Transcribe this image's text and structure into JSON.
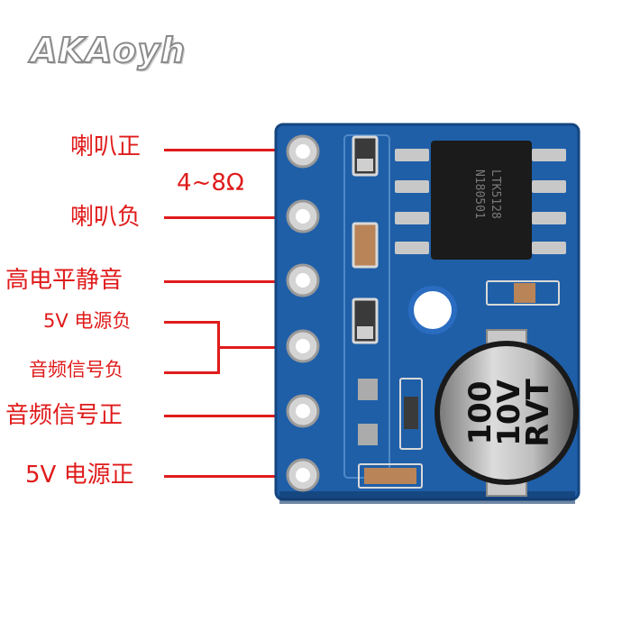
{
  "brand": "AKAoyh",
  "impedance": "4~8Ω",
  "pins": [
    {
      "label": "喇叭正"
    },
    {
      "label": "喇叭负"
    },
    {
      "label": "高电平静音"
    },
    {
      "label": "5V 电源负"
    },
    {
      "label": "音频信号负"
    },
    {
      "label": "音频信号正"
    },
    {
      "label": "5V 电源正"
    }
  ],
  "chip": {
    "line1": "LTK5128",
    "line2": "N180501"
  },
  "capacitor": {
    "line1": "100",
    "line2": "10V",
    "line3": "RVT"
  },
  "colors": {
    "label": "#e01b1b",
    "pcb": "#1f5fa8",
    "pcb_dark": "#14467f"
  }
}
